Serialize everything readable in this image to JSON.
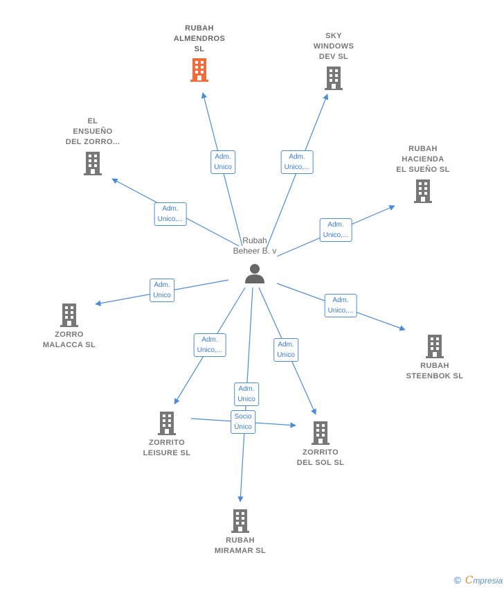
{
  "diagram": {
    "person": {
      "id": "rubah-beheer",
      "label": "Rubah\nBeheer B. v"
    },
    "companies": [
      {
        "id": "almendros",
        "label": "RUBAH\nALMENDROS\nSL",
        "color": "#f26b3a",
        "main": true
      },
      {
        "id": "sky",
        "label": "SKY\nWINDOWS\nDEV SL",
        "color": "#777777"
      },
      {
        "id": "ensueno",
        "label": "EL\nENSUEÑO\nDEL ZORRO...",
        "color": "#777777"
      },
      {
        "id": "hacienda",
        "label": "RUBAH\nHACIENDA\nEL SUEÑO SL",
        "color": "#777777"
      },
      {
        "id": "malacca",
        "label": "ZORRO\nMALACCA SL",
        "color": "#777777"
      },
      {
        "id": "steenbok",
        "label": "RUBAH\nSTEENBOK SL",
        "color": "#777777"
      },
      {
        "id": "leisure",
        "label": "ZORRITO\nLEISURE SL",
        "color": "#777777"
      },
      {
        "id": "delsol",
        "label": "ZORRITO\nDEL SOL SL",
        "color": "#777777"
      },
      {
        "id": "miramar",
        "label": "RUBAH\nMIRAMAR SL",
        "color": "#777777"
      }
    ],
    "edges": [
      {
        "from": "rubah-beheer",
        "to": "almendros",
        "label": "Adm.\nUnico"
      },
      {
        "from": "rubah-beheer",
        "to": "sky",
        "label": "Adm.\nUnico,..."
      },
      {
        "from": "rubah-beheer",
        "to": "ensueno",
        "label": "Adm.\nUnico,..."
      },
      {
        "from": "rubah-beheer",
        "to": "hacienda",
        "label": "Adm.\nUnico,..."
      },
      {
        "from": "rubah-beheer",
        "to": "malacca",
        "label": "Adm.\nUnico"
      },
      {
        "from": "rubah-beheer",
        "to": "steenbok",
        "label": "Adm.\nUnico,..."
      },
      {
        "from": "rubah-beheer",
        "to": "leisure",
        "label": "Adm.\nUnico,..."
      },
      {
        "from": "rubah-beheer",
        "to": "delsol",
        "label": "Adm.\nUnico"
      },
      {
        "from": "rubah-beheer",
        "to": "miramar",
        "label": "Adm.\nUnico"
      },
      {
        "from": "leisure",
        "to": "delsol",
        "label": "Socio\nÚnico"
      }
    ],
    "colors": {
      "edge": "#4a8bd6",
      "building": "#777777",
      "person": "#666666"
    }
  },
  "footer": {
    "copyright": "©",
    "brand_first": "C",
    "brand_rest": "mpresia"
  }
}
